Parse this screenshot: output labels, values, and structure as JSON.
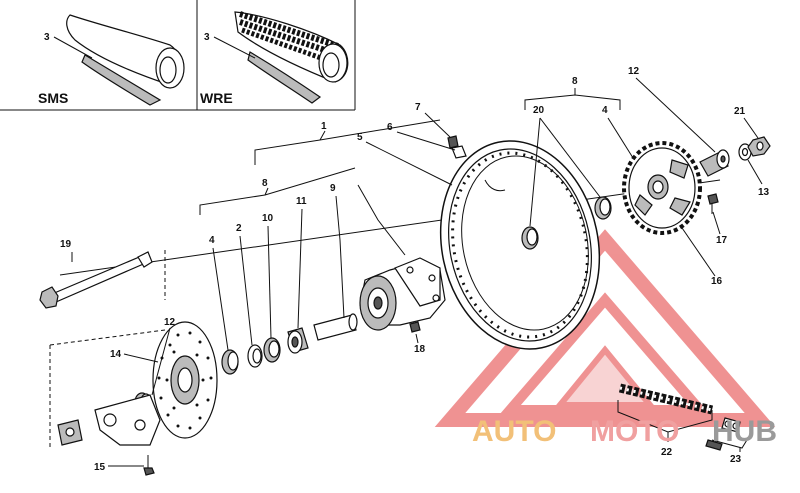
{
  "insets": [
    {
      "label": "SMS",
      "part": "3"
    },
    {
      "label": "WRE",
      "part": "3"
    }
  ],
  "parts": {
    "p1": "1",
    "p2": "2",
    "p3": "3",
    "p4": "4",
    "p5": "5",
    "p6": "6",
    "p7": "7",
    "p8": "8",
    "p9": "9",
    "p10": "10",
    "p11": "11",
    "p12": "12",
    "p13": "13",
    "p14": "14",
    "p15": "15",
    "p16": "16",
    "p17": "17",
    "p18": "18",
    "p19": "19",
    "p20": "20",
    "p21": "21",
    "p22": "22",
    "p23": "23"
  },
  "watermark": {
    "part_a": "AUTO",
    "part_b": "MOTO",
    "part_c": "HUB"
  },
  "colors": {
    "watermark_red": "#e23a3a",
    "watermark_orange": "#f0a040",
    "watermark_grey": "#8a8a8a"
  }
}
